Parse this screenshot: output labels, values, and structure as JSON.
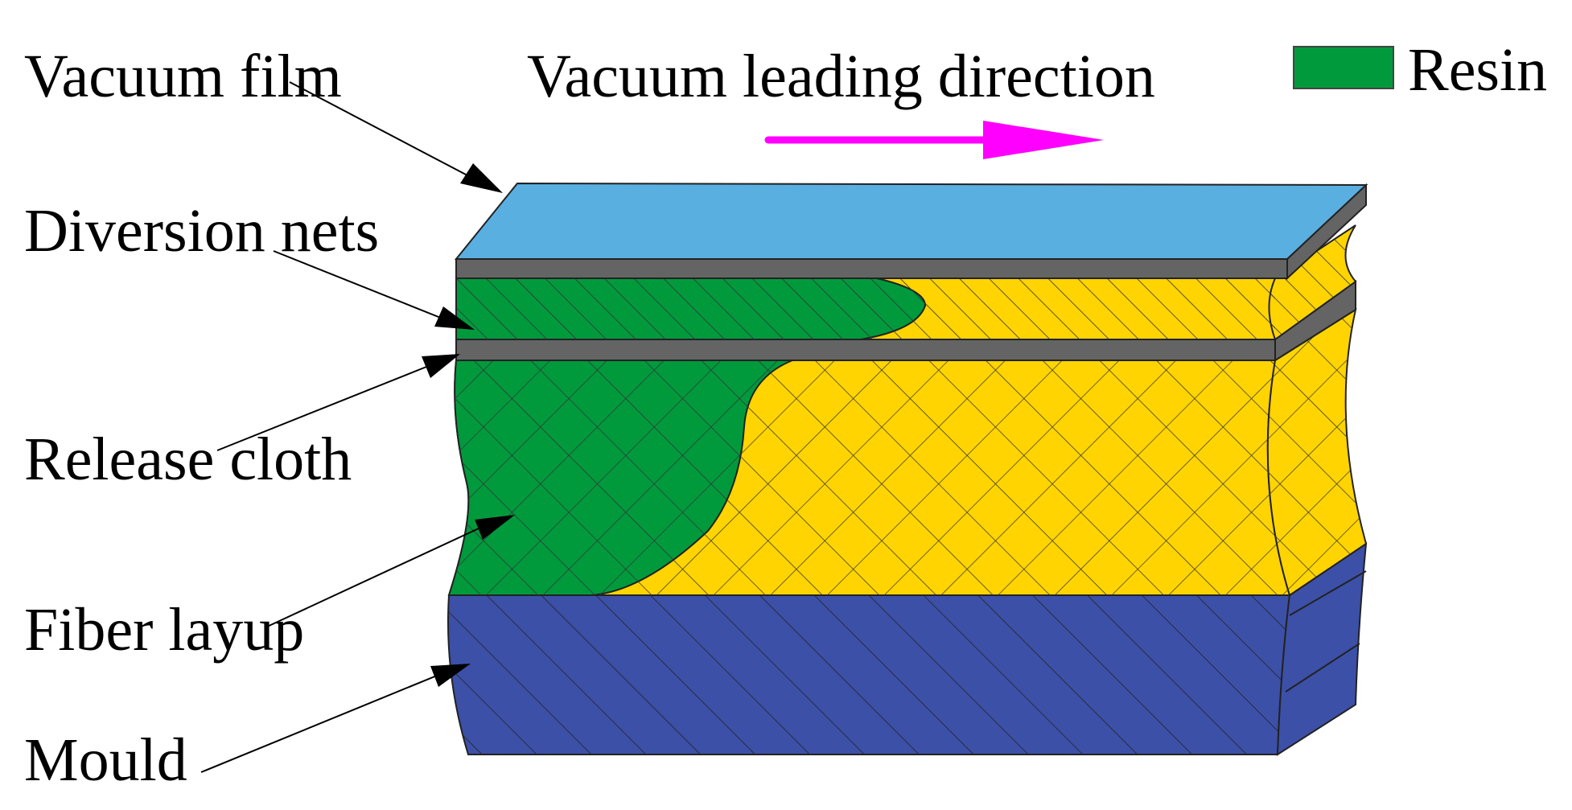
{
  "labels": {
    "vacuum_film": "Vacuum film",
    "diversion_nets": "Diversion nets",
    "release_cloth": "Release cloth",
    "fiber_layup": "Fiber layup",
    "mould": "Mould"
  },
  "direction_label": "Vacuum leading direction",
  "legend": {
    "label": "Resin",
    "color": "#009a3d"
  },
  "colors": {
    "vacuum_film": "#5aafe1",
    "separator": "#646464",
    "dry_fiber": "#ffd400",
    "resin": "#009a3d",
    "mould": "#3c50a8",
    "arrow": "#ff00ff"
  }
}
